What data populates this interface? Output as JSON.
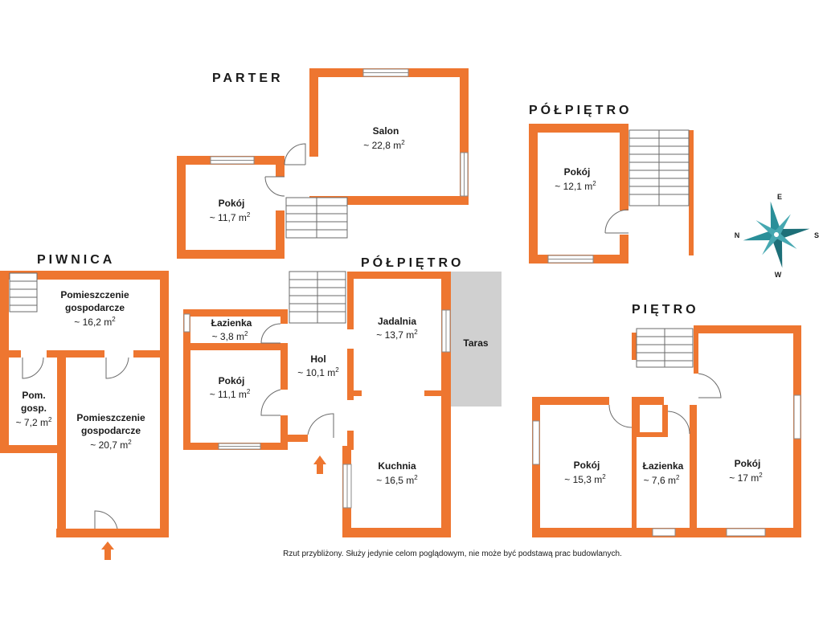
{
  "levels": {
    "parter": "PARTER",
    "polpietro_top": "PÓŁPIĘTRO",
    "piwnica": "PIWNICA",
    "polpietro_mid": "PÓŁPIĘTRO",
    "pietro": "PIĘTRO"
  },
  "rooms": {
    "salon": {
      "name": "Salon",
      "area": "~ 22,8 m",
      "sup": "2"
    },
    "pokoj_parter": {
      "name": "Pokój",
      "area": "~ 11,7 m",
      "sup": "2"
    },
    "pokoj_polpietro_top": {
      "name": "Pokój",
      "area": "~ 12,1 m",
      "sup": "2"
    },
    "pom_gosp_1": {
      "name_line1": "Pomieszczenie",
      "name_line2": "gospodarcze",
      "area": "~ 16,2 m",
      "sup": "2"
    },
    "pom_gosp_small": {
      "name_line1": "Pom.",
      "name_line2": "gosp.",
      "area": "~ 7,2 m",
      "sup": "2"
    },
    "pom_gosp_2": {
      "name_line1": "Pomieszczenie",
      "name_line2": "gospodarcze",
      "area": "~ 20,7 m",
      "sup": "2"
    },
    "lazienka_mid": {
      "name": "Łazienka",
      "area": "~ 3,8 m",
      "sup": "2"
    },
    "pokoj_mid": {
      "name": "Pokój",
      "area": "~ 11,1 m",
      "sup": "2"
    },
    "hol": {
      "name": "Hol",
      "area": "~ 10,1 m",
      "sup": "2"
    },
    "jadalnia": {
      "name": "Jadalnia",
      "area": "~ 13,7 m",
      "sup": "2"
    },
    "kuchnia": {
      "name": "Kuchnia",
      "area": "~ 16,5 m",
      "sup": "2"
    },
    "taras": {
      "name": "Taras"
    },
    "pokoj_pietro_left": {
      "name": "Pokój",
      "area": "~ 15,3 m",
      "sup": "2"
    },
    "lazienka_pietro": {
      "name": "Łazienka",
      "area": "~ 7,6 m",
      "sup": "2"
    },
    "pokoj_pietro_right": {
      "name": "Pokój",
      "area": "~ 17 m",
      "sup": "2"
    }
  },
  "compass": {
    "n": "N",
    "e": "E",
    "s": "S",
    "w": "W"
  },
  "note": "Rzut przybliżony. Służy jedynie celom poglądowym, nie może być podstawą prac budowlanych.",
  "colors": {
    "wall": "#ee7630",
    "terrace": "#d0d0d0",
    "compass": "#2a8f99",
    "arrow": "#ee7630"
  }
}
